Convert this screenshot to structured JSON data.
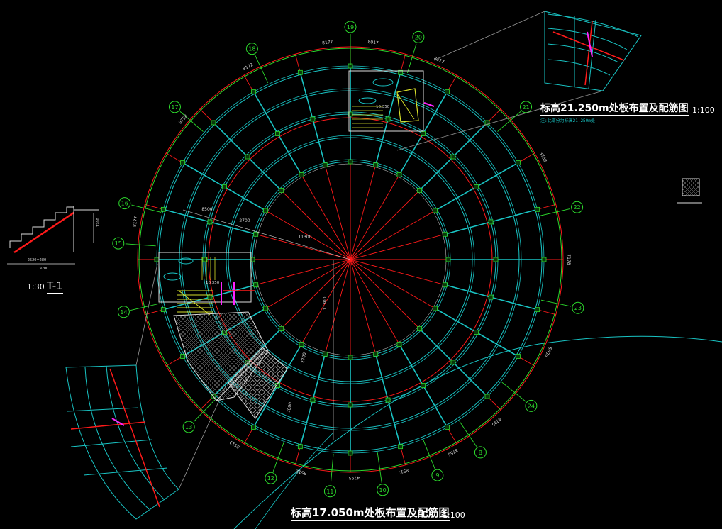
{
  "main_title": "标高17.050m处板布置及配筋图",
  "main_scale": "1:100",
  "upper_title": "标高21.250m处板布置及配筋图",
  "upper_scale": "1:100",
  "upper_note": "注:此部分为标高21.250m处",
  "detail_label": "T-1",
  "detail_scale": "1:30",
  "detail_dims": [
    "2520=280",
    "9200",
    "1700"
  ],
  "axes": [
    {
      "label": "19",
      "angle": -90
    },
    {
      "label": "20",
      "angle": -73
    },
    {
      "label": "21",
      "angle": -41
    },
    {
      "label": "22",
      "angle": -13
    },
    {
      "label": "23",
      "angle": 12
    },
    {
      "label": "24",
      "angle": 39
    },
    {
      "label": "B",
      "angle": 56
    },
    {
      "label": "9",
      "angle": 68
    },
    {
      "label": "10",
      "angle": 82
    },
    {
      "label": "11",
      "angle": 95
    },
    {
      "label": "12",
      "angle": 110
    },
    {
      "label": "13",
      "angle": 134
    },
    {
      "label": "14",
      "angle": 167
    },
    {
      "label": "15",
      "angle": 184
    },
    {
      "label": "16",
      "angle": 194
    },
    {
      "label": "17",
      "angle": 221
    },
    {
      "label": "18",
      "angle": 245
    }
  ],
  "dimensions": [
    {
      "text": "8017",
      "angle": -84
    },
    {
      "text": "8177",
      "angle": -96
    },
    {
      "text": "8172",
      "angle": -118
    },
    {
      "text": "3758",
      "angle": -140
    },
    {
      "text": "8177",
      "angle": -170
    },
    {
      "text": "8517",
      "angle": -66
    },
    {
      "text": "3758",
      "angle": -28
    },
    {
      "text": "7178",
      "angle": 0
    },
    {
      "text": "6636",
      "angle": 25
    },
    {
      "text": "4795",
      "angle": 48
    },
    {
      "text": "3756",
      "angle": 62
    },
    {
      "text": "8517",
      "angle": 76
    },
    {
      "text": "4795",
      "angle": 89
    },
    {
      "text": "8512",
      "angle": 103
    },
    {
      "text": "8512",
      "angle": 122
    }
  ],
  "radial_dims": [
    "8500",
    "2700",
    "11300",
    "11300",
    "2700",
    "7800"
  ],
  "elevations": [
    "16.350",
    "18.350"
  ],
  "colors": {
    "axis_green": "#2ddc2d",
    "beam_cyan": "#19c4c4",
    "grid_red": "#ff1a1a",
    "slab_white": "#dcdcdc",
    "rebar_magenta": "#ff22ff",
    "stair_yellow": "#d8e02a"
  }
}
